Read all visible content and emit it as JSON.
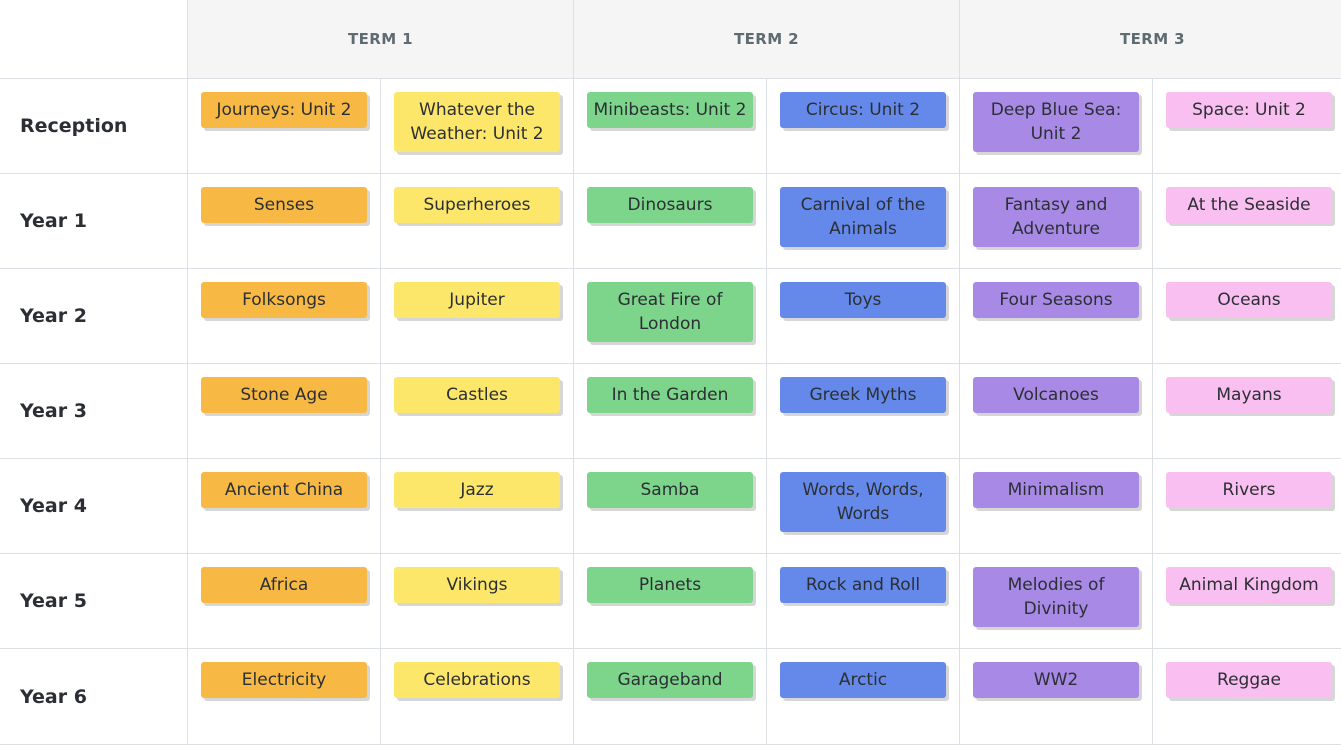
{
  "terms": [
    "TERM 1",
    "TERM 2",
    "TERM 3"
  ],
  "colors": {
    "col1": "#f7b944",
    "col2": "#fde76a",
    "col3": "#7dd58c",
    "col4": "#6589ea",
    "col5": "#a88ae6",
    "col6": "#f9bff0"
  },
  "rows": [
    {
      "label": "Reception",
      "topics": [
        "Journeys: Unit 2",
        "Whatever the Weather: Unit 2",
        "Minibeasts: Unit 2",
        "Circus: Unit 2",
        "Deep Blue Sea: Unit 2",
        "Space: Unit 2"
      ]
    },
    {
      "label": "Year 1",
      "topics": [
        "Senses",
        "Superheroes",
        "Dinosaurs",
        "Carnival of the Animals",
        "Fantasy and Adventure",
        "At the Seaside"
      ]
    },
    {
      "label": "Year 2",
      "topics": [
        "Folksongs",
        "Jupiter",
        "Great Fire of London",
        "Toys",
        "Four Seasons",
        "Oceans"
      ]
    },
    {
      "label": "Year 3",
      "topics": [
        "Stone Age",
        "Castles",
        "In the Garden",
        "Greek Myths",
        "Volcanoes",
        "Mayans"
      ]
    },
    {
      "label": "Year 4",
      "topics": [
        "Ancient China",
        "Jazz",
        "Samba",
        "Words, Words, Words",
        "Minimalism",
        "Rivers"
      ]
    },
    {
      "label": "Year 5",
      "topics": [
        "Africa",
        "Vikings",
        "Planets",
        "Rock and Roll",
        "Melodies of Divinity",
        "Animal Kingdom"
      ]
    },
    {
      "label": "Year 6",
      "topics": [
        "Electricity",
        "Celebrations",
        "Garageband",
        "Arctic",
        "WW2",
        "Reggae"
      ]
    }
  ]
}
